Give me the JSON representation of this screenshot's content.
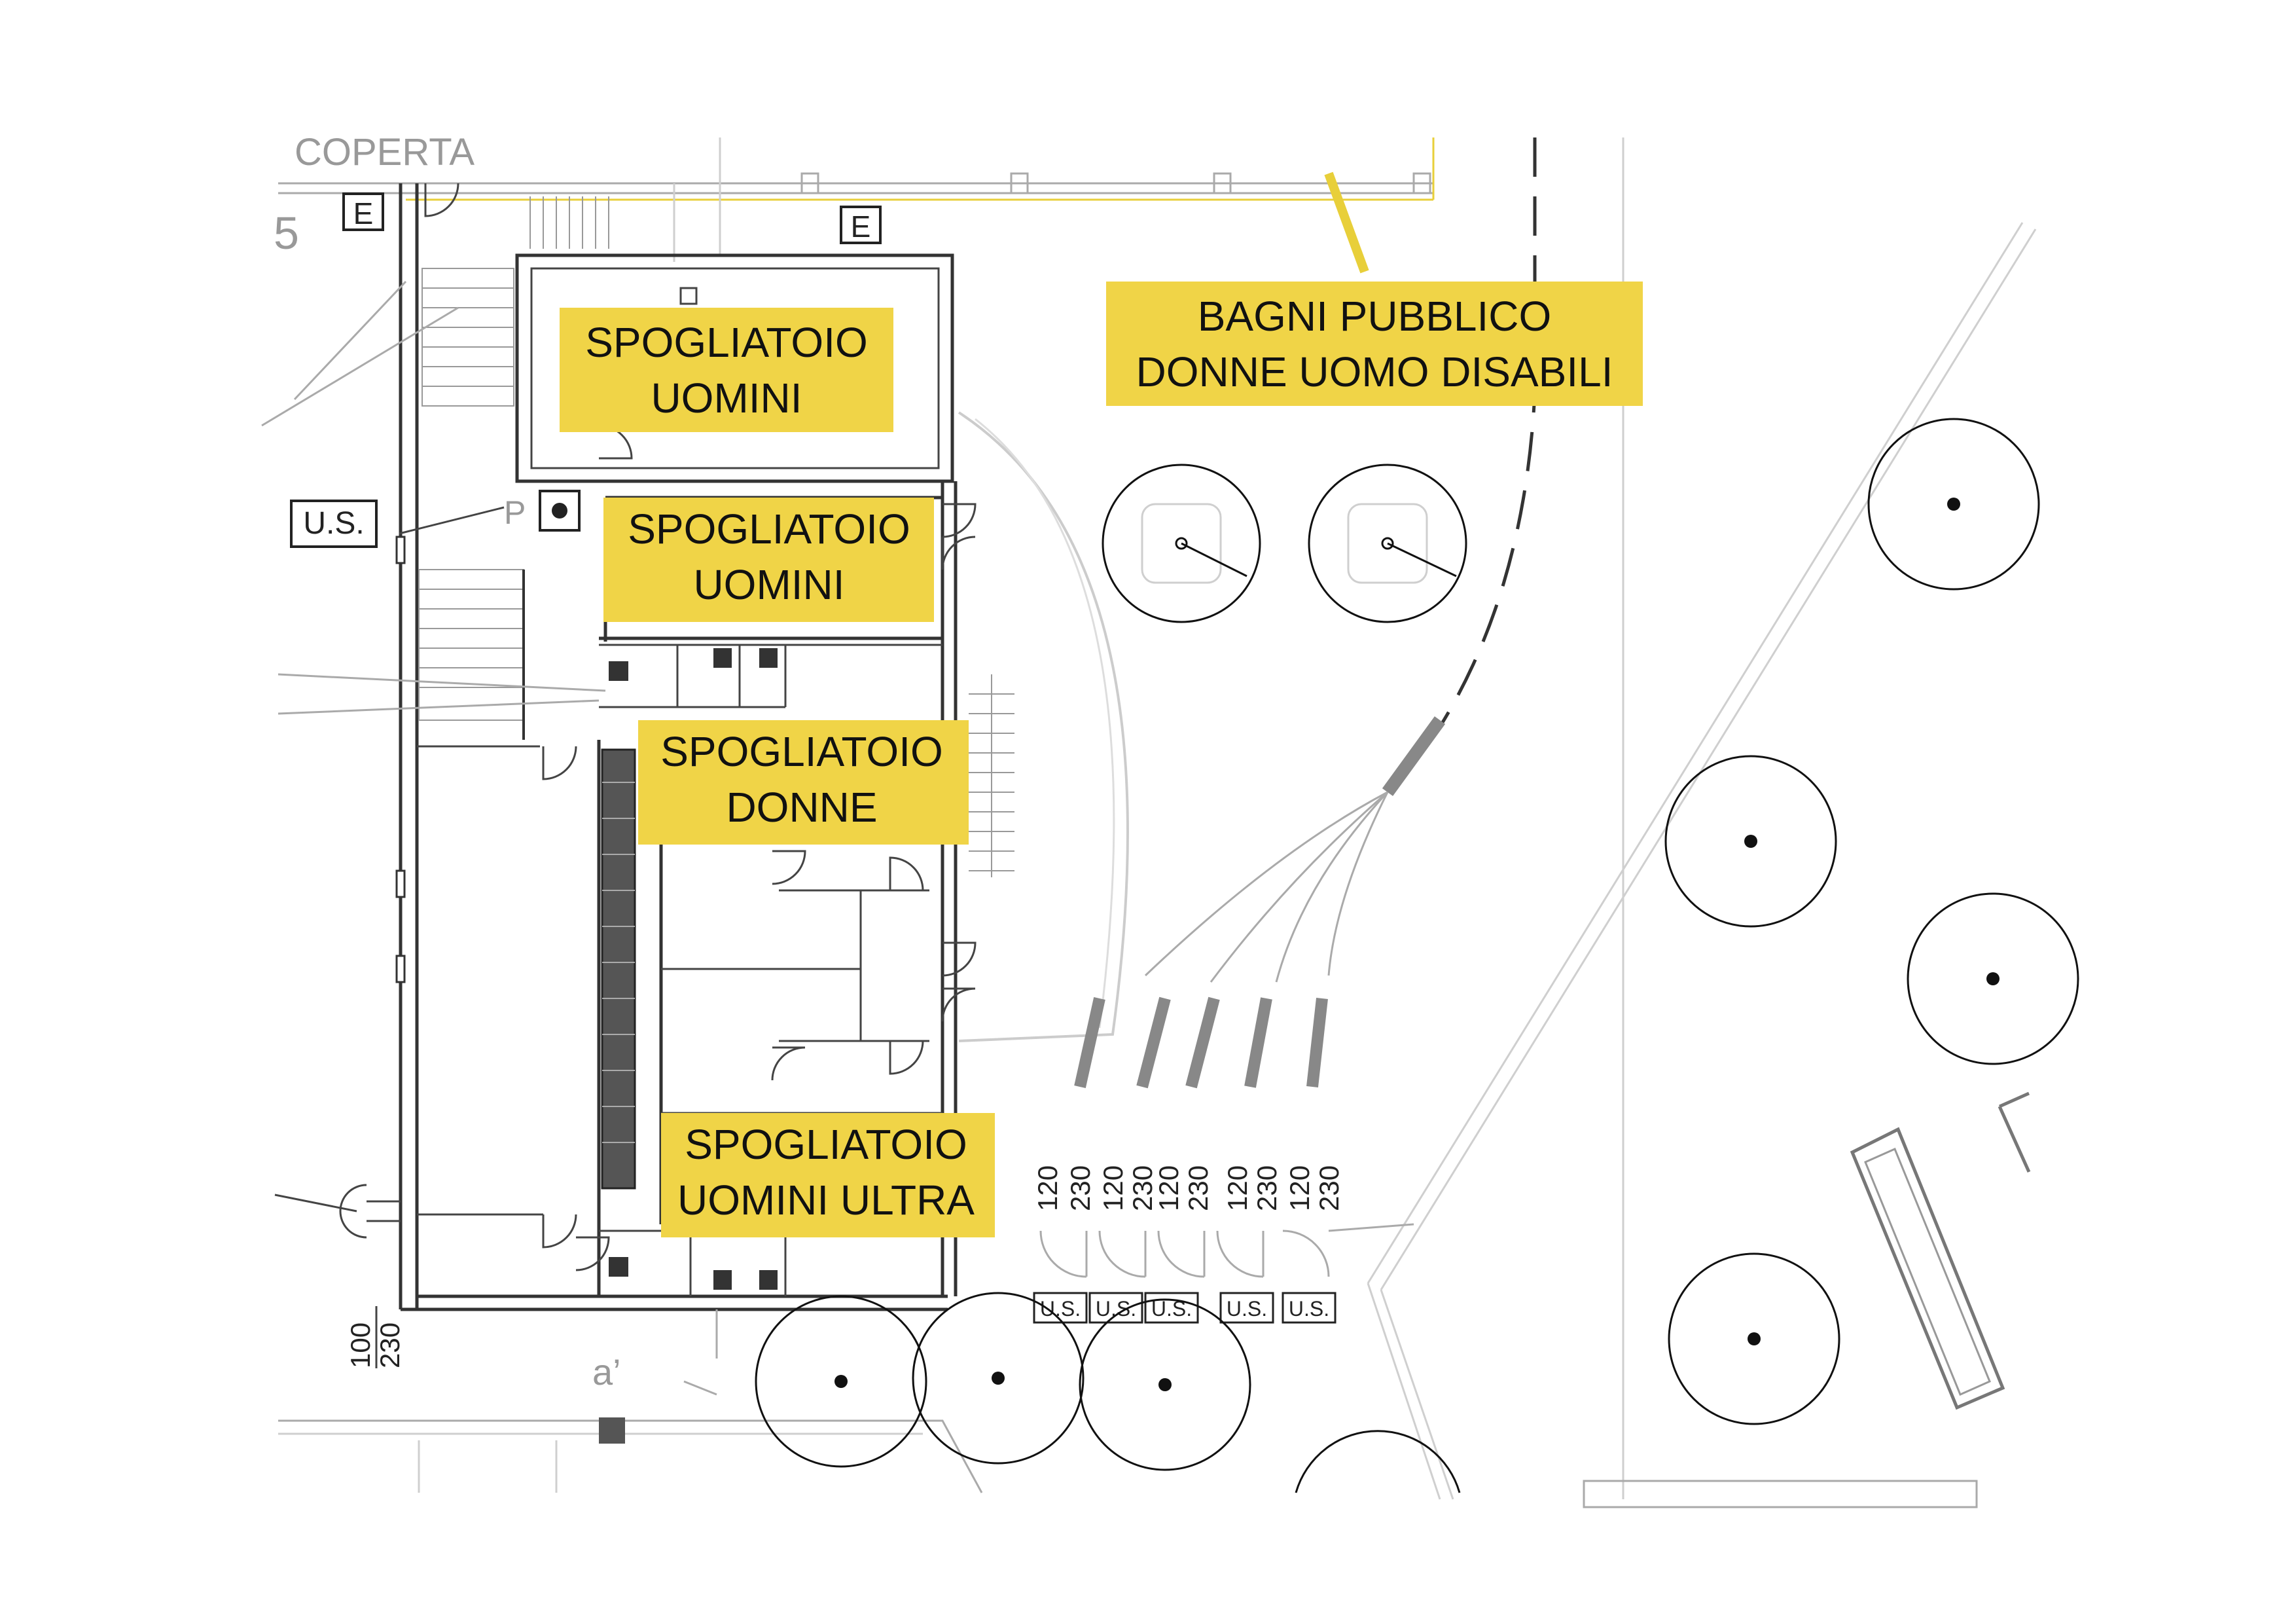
{
  "labels": {
    "room1": [
      "SPOGLIATOIO",
      "UOMINI"
    ],
    "room2": [
      "SPOGLIATOIO",
      "UOMINI"
    ],
    "room3": [
      "SPOGLIATOIO",
      "DONNE"
    ],
    "room4": [
      "SPOGLIATOIO",
      "UOMINI ULTRA"
    ],
    "public": [
      "BAGNI PUBBLICO",
      "DONNE UOMO DISABILI"
    ]
  },
  "marks": {
    "coperta": "COPERTA",
    "num5": "5",
    "exit_e": "E",
    "us": "U.S.",
    "p": "P",
    "a_prime": "a’"
  },
  "parking": {
    "dims": [
      {
        "top": "120",
        "bottom": "230"
      },
      {
        "top": "120",
        "bottom": "230"
      },
      {
        "top": "120",
        "bottom": "230"
      },
      {
        "top": "120",
        "bottom": "230"
      },
      {
        "top": "120",
        "bottom": "230"
      }
    ],
    "exits": [
      "U.S.",
      "U.S.",
      "U.S.",
      "U.S.",
      "U.S."
    ]
  },
  "door_dim": {
    "top": "100",
    "bottom": "230"
  },
  "colors": {
    "highlight": "#f0d447",
    "wall": "#333333",
    "grey": "#aaaaaa"
  }
}
